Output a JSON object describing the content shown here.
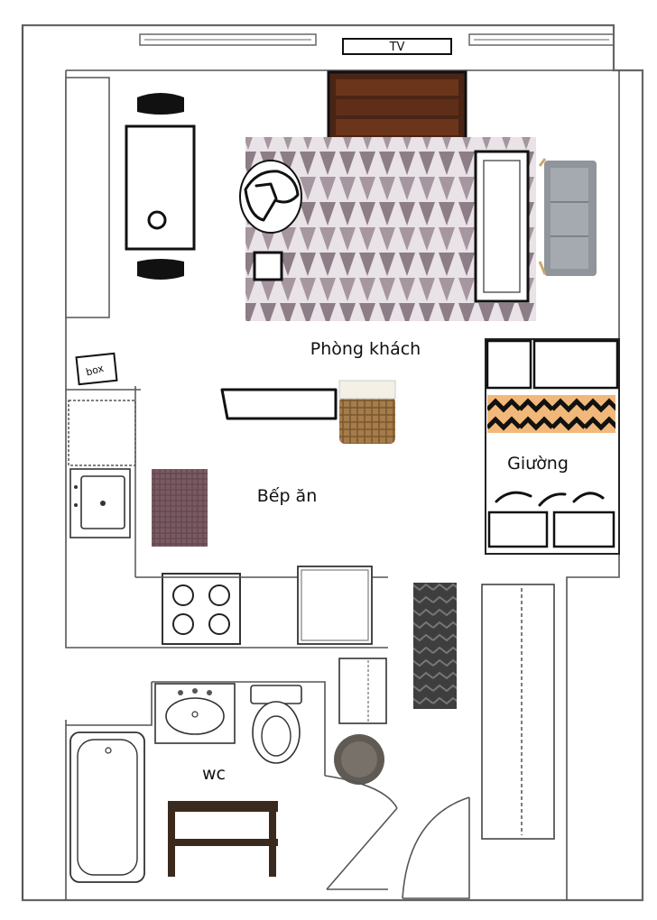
{
  "rooms": {
    "living_room": "Phòng khách",
    "bed": "Giường",
    "kitchen_dining": "Bếp ăn",
    "wc": "wc"
  },
  "furniture_text": {
    "tv": "TV",
    "box": "box"
  }
}
